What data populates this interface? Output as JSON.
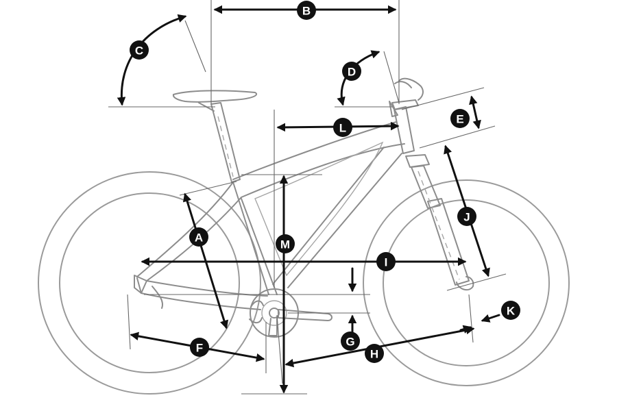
{
  "labels": {
    "A": "A",
    "B": "B",
    "C": "C",
    "D": "D",
    "E": "E",
    "F": "F",
    "G": "G",
    "H": "H",
    "I": "I",
    "J": "J",
    "K": "K",
    "L": "L",
    "M": "M"
  },
  "colors": {
    "line_art": "#8c8c8c",
    "arrows": "#111111",
    "badge_fill": "#111111",
    "badge_text": "#ffffff",
    "background": "#ffffff"
  }
}
